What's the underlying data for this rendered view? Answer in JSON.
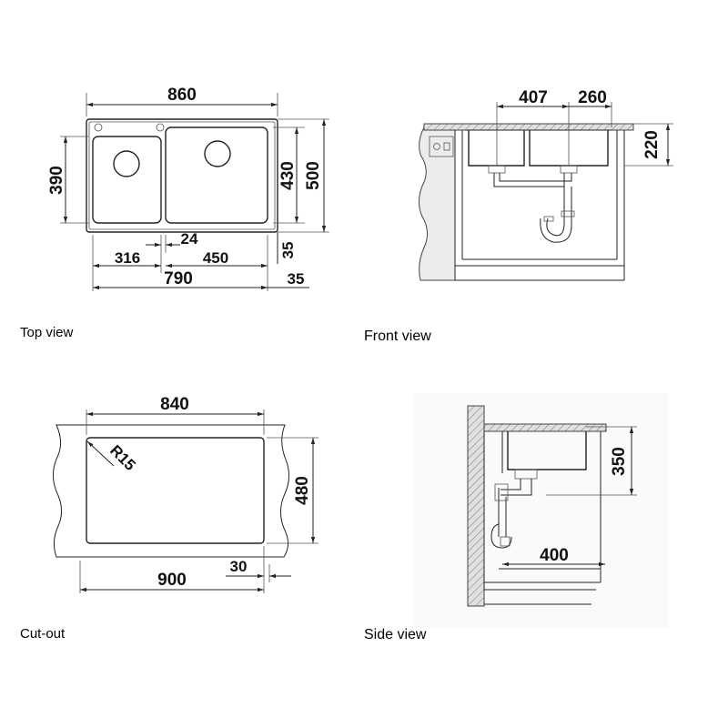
{
  "views": {
    "top": {
      "caption": "Top view",
      "dims": {
        "overall_width": "860",
        "overall_height": "500",
        "small_bowl_height": "390",
        "large_bowl_height": "430",
        "divider": "24",
        "small_bowl_width": "316",
        "large_bowl_width": "450",
        "inner_width": "790",
        "offset_right": "35",
        "offset_bottom": "35"
      }
    },
    "front": {
      "caption": "Front view",
      "dims": {
        "drain_left": "407",
        "drain_right": "260",
        "depth": "220"
      }
    },
    "cutout": {
      "caption": "Cut-out",
      "dims": {
        "cut_width": "840",
        "cut_height": "480",
        "radius": "R15",
        "counter_width": "900",
        "margin": "30"
      }
    },
    "side": {
      "caption": "Side view",
      "dims": {
        "bowl_depth": "350",
        "drain_offset": "400"
      }
    }
  }
}
